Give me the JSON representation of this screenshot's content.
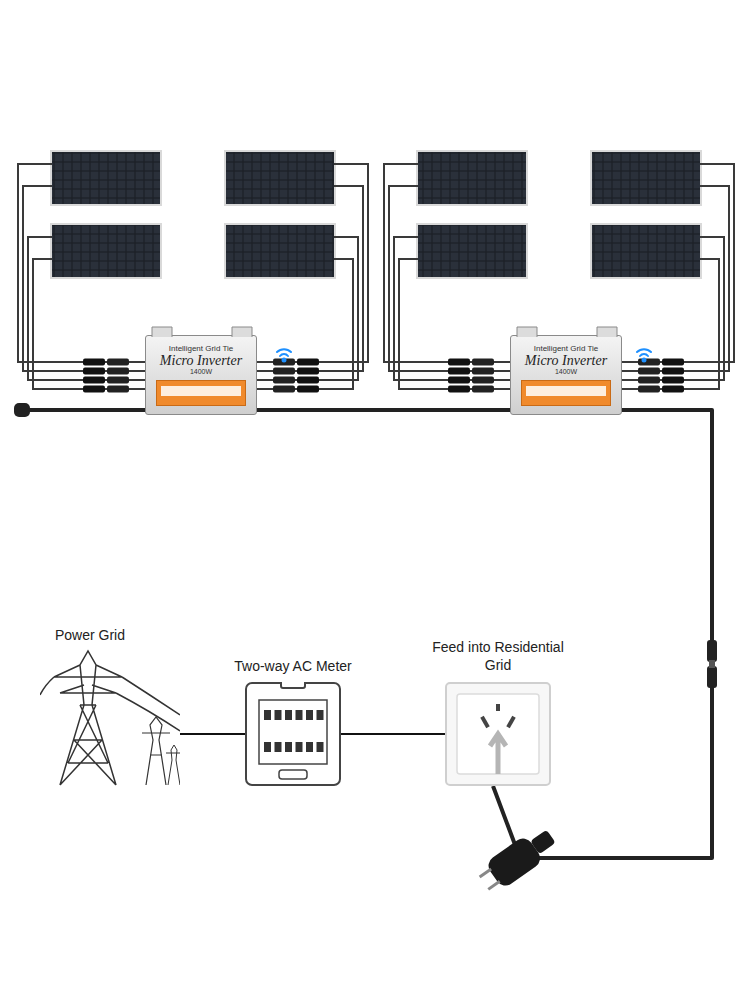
{
  "diagram": {
    "nodes": [
      {
        "text": [
          "Intelligent Grid Tie",
          "Micro Inverter",
          "1400W"
        ]
      },
      {
        "text": [
          "Intelligent Grid Tie",
          "Micro Inverter",
          "1400W"
        ]
      },
      {
        "text": [
          "Power Grid"
        ]
      },
      {
        "text": [
          "Two-way AC Meter"
        ]
      },
      {
        "text": [
          "Feed into Residential Grid"
        ]
      }
    ],
    "edges": [
      {
        "from": 0,
        "to": 1,
        "arrow": "none"
      },
      {
        "from": 1,
        "to": 4,
        "arrow": "none"
      },
      {
        "from": 2,
        "to": 3,
        "arrow": "none"
      },
      {
        "from": 3,
        "to": 4,
        "arrow": "none"
      }
    ]
  }
}
